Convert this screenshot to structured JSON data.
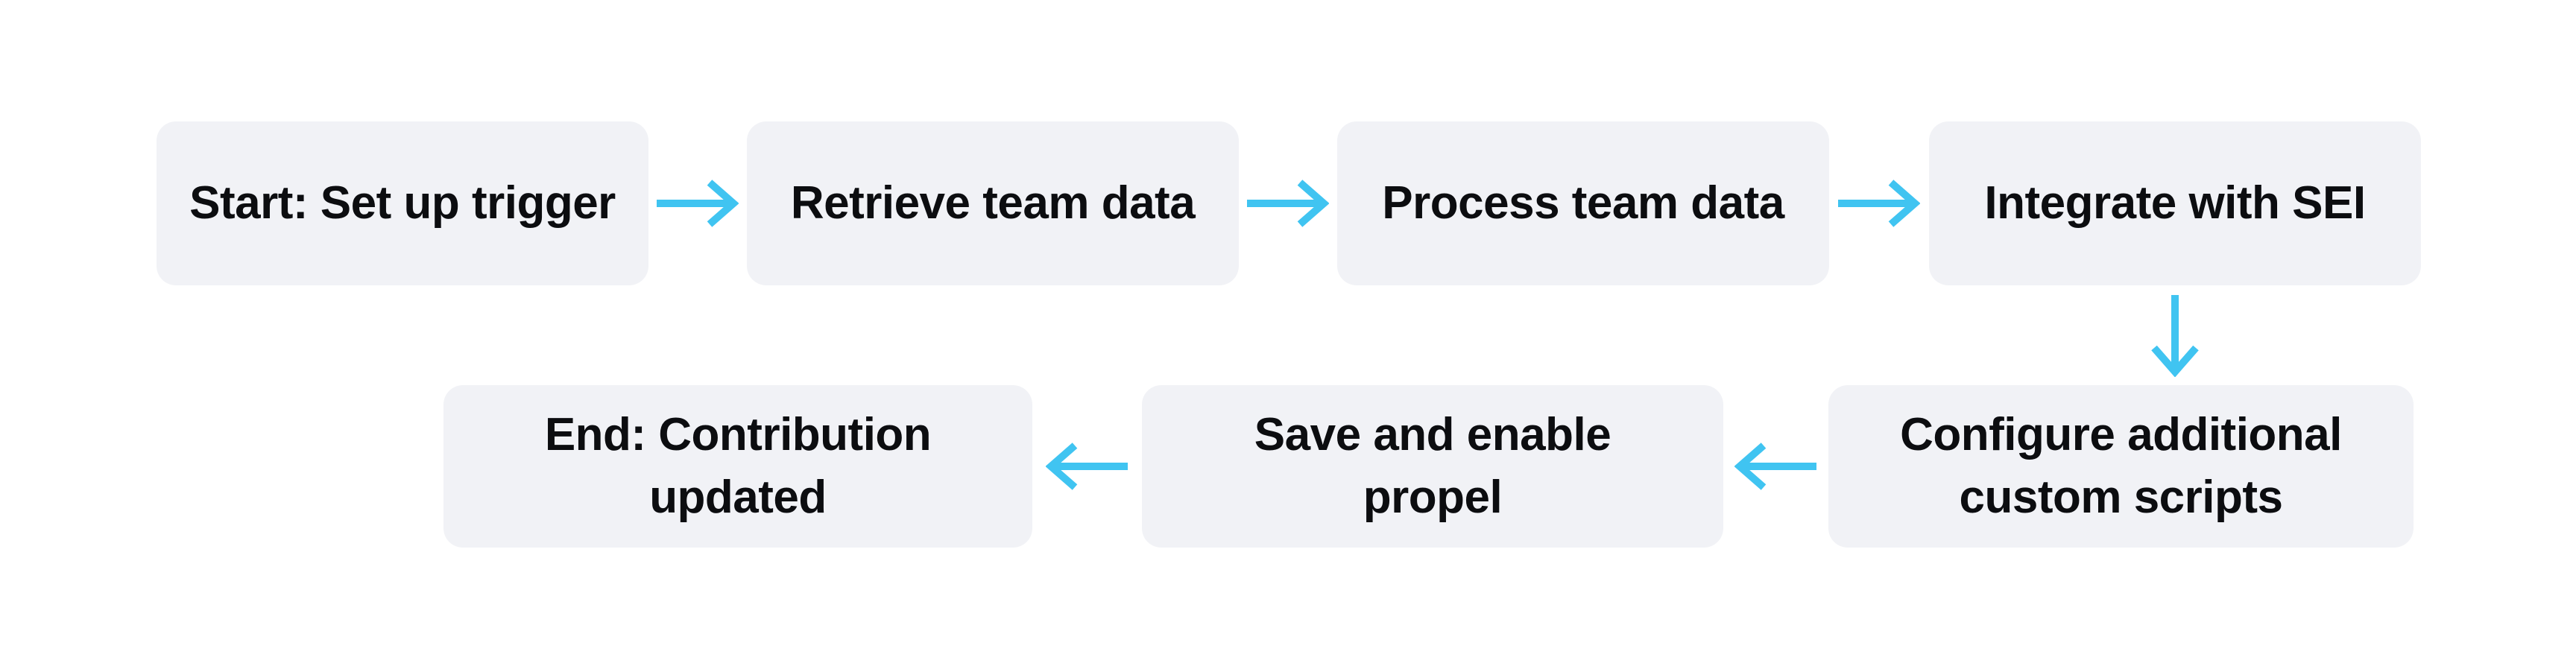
{
  "colors": {
    "bg": "#ffffff",
    "node_fill": "#f1f2f6",
    "node_text": "#0c0d10",
    "arrow": "#40c4f1"
  },
  "flowchart": {
    "type": "flowchart",
    "nodes": [
      {
        "id": "start",
        "label": "Start: Set up trigger"
      },
      {
        "id": "retrieve",
        "label": "Retrieve team data"
      },
      {
        "id": "process",
        "label": "Process team data"
      },
      {
        "id": "integrate",
        "label": "Integrate with SEI"
      },
      {
        "id": "configure",
        "label": "Configure additional\ncustom scripts"
      },
      {
        "id": "save",
        "label": "Save and enable\npropel"
      },
      {
        "id": "end",
        "label": "End: Contribution\nupdated"
      }
    ],
    "edges": [
      {
        "from": "start",
        "to": "retrieve",
        "direction": "right"
      },
      {
        "from": "retrieve",
        "to": "process",
        "direction": "right"
      },
      {
        "from": "process",
        "to": "integrate",
        "direction": "right"
      },
      {
        "from": "integrate",
        "to": "configure",
        "direction": "down"
      },
      {
        "from": "configure",
        "to": "save",
        "direction": "left"
      },
      {
        "from": "save",
        "to": "end",
        "direction": "left"
      }
    ]
  }
}
